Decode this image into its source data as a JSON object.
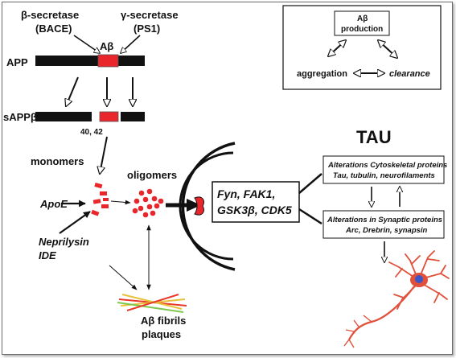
{
  "labels": {
    "beta_secretase": "β-secretase",
    "bace": "(BACE)",
    "gamma_secretase": "γ-secretase",
    "ps1": "(PS1)",
    "abeta_top": "Aβ",
    "app": "APP",
    "sapp": "sAPPβ",
    "cleavage_sites": "40, 42",
    "monomers": "monomers",
    "oligomers": "oligomers",
    "apoe": "ApoE",
    "neprilysin": "Neprilysin",
    "ide": "IDE",
    "fibrils_1": "Aβ fibrils",
    "fibrils_2": "plaques",
    "kinases_1": "Fyn, FAK1,",
    "kinases_2": "GSK3β, CDK5",
    "tau": "TAU",
    "cyto_1": "Alterations Cytoskeletal proteins",
    "cyto_2": "Tau, tubulin, neurofilaments",
    "syn_1": "Alterations in Synaptic proteins",
    "syn_2": "Arc, Drebrin, synapsin"
  },
  "inset": {
    "title_1": "Aβ",
    "title_2": "production",
    "aggregation": "aggregation",
    "clearance": "clearance"
  },
  "colors": {
    "abeta_segment": "#e8262b",
    "neuron": "#e0503a",
    "neuron_nucleus": "#3c56c8",
    "fibril_red": "#e83a2a",
    "fibril_yellow": "#e8c23a",
    "fibril_green": "#7ec850"
  }
}
